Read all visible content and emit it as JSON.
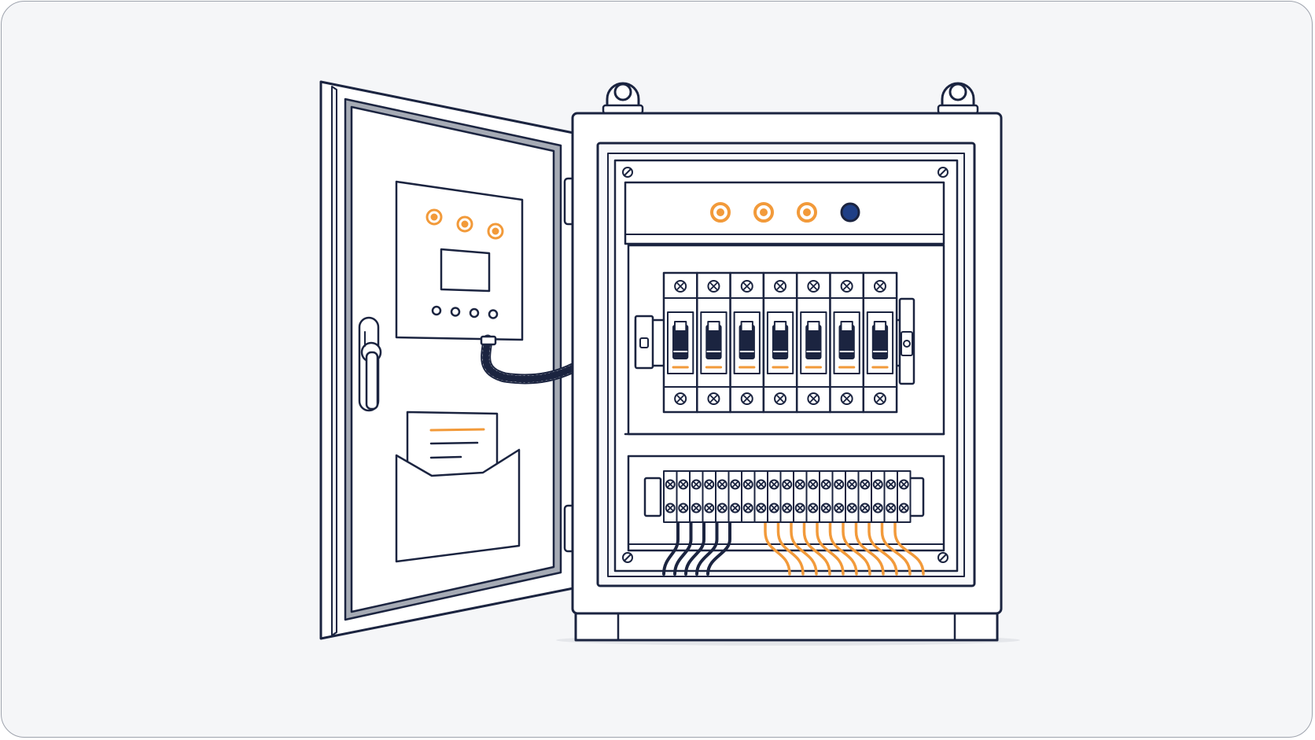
{
  "colors": {
    "background": "#f5f6f8",
    "panel": "#f8f9fb",
    "outline": "#1b2440",
    "accent": "#f29a3a",
    "indicator_blue": "#1f3f86",
    "gasket": "#a6abb5"
  },
  "door_panel": {
    "indicator_lights": [
      "orange",
      "orange",
      "orange"
    ],
    "buttons": 4
  },
  "cabinet": {
    "pilot_lights": [
      "orange",
      "orange",
      "orange",
      "blue"
    ],
    "breakers": [
      {
        "state": "on"
      },
      {
        "state": "on"
      },
      {
        "state": "on"
      },
      {
        "state": "on"
      },
      {
        "state": "on"
      },
      {
        "state": "on"
      },
      {
        "state": "on"
      }
    ],
    "terminal_block": {
      "terminals": 19,
      "dark_wires": 5,
      "orange_wires": 11
    }
  }
}
